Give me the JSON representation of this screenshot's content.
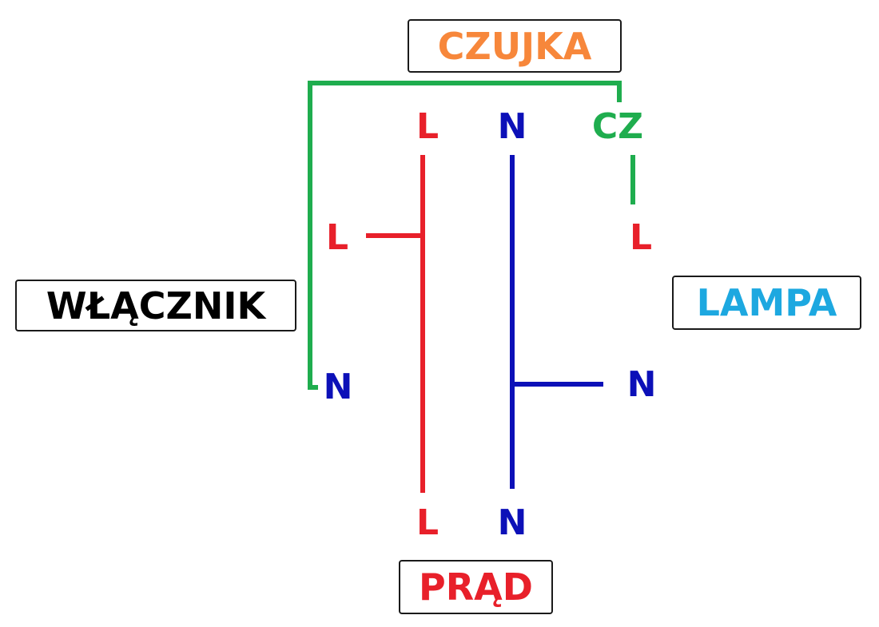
{
  "boxes": {
    "czujka": {
      "label": "CZUJKA",
      "color": "#f7873b"
    },
    "wlacznik": {
      "label": "WŁĄCZNIK",
      "color": "#000000"
    },
    "lampa": {
      "label": "LAMPA",
      "color": "#1da8e0"
    },
    "prad": {
      "label": "PRĄD",
      "color": "#e8202a"
    }
  },
  "terminals": {
    "czujka_l": "L",
    "czujka_n": "N",
    "czujka_cz": "CZ",
    "wlacznik_l": "L",
    "wlacznik_n": "N",
    "lampa_l": "L",
    "lampa_n": "N",
    "prad_l": "L",
    "prad_n": "N"
  },
  "colors": {
    "live": "#e8202a",
    "neutral": "#0c10b8",
    "sensor": "#1fad4e",
    "box_border": "#1a1a1a"
  }
}
